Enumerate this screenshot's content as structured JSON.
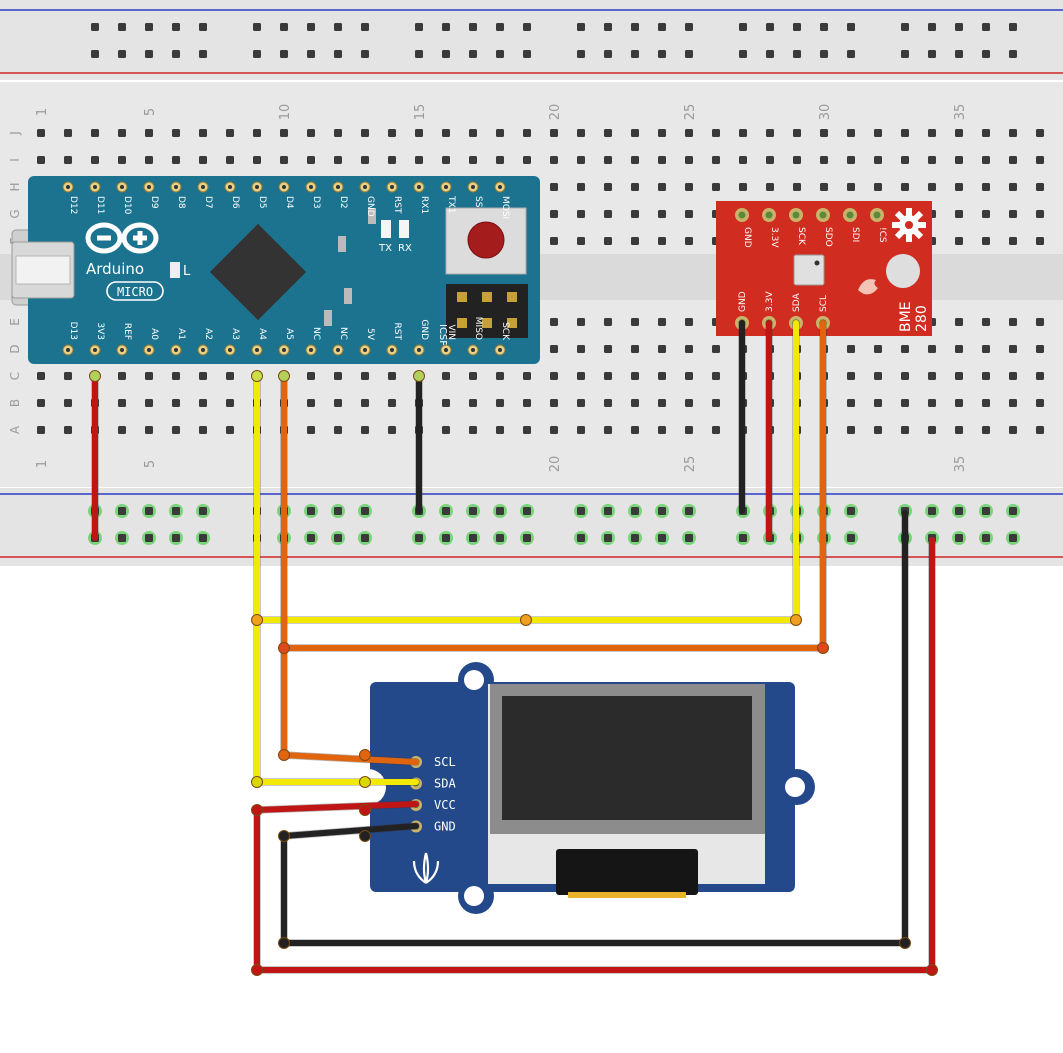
{
  "breadboard": {
    "column_numbers": [
      "1",
      "5",
      "10",
      "15",
      "20",
      "25",
      "30",
      "35"
    ],
    "row_letters_top": [
      "J",
      "I",
      "H",
      "G",
      "F"
    ],
    "row_letters_bottom": [
      "E",
      "D",
      "C",
      "B",
      "A"
    ],
    "colors": {
      "body": "#e8e8e8",
      "rail_blue": "#2a3cc7",
      "rail_red": "#d02525",
      "hole": "#3a3a3a",
      "active_hole": "#7ad47a"
    }
  },
  "arduino": {
    "brand": "Arduino",
    "model": "MICRO",
    "led_l": "L",
    "led_tx": "TX",
    "led_rx": "RX",
    "icsp": "ICSP",
    "top_pins": [
      "D12",
      "D11",
      "D10",
      "D9",
      "D8",
      "D7",
      "D6",
      "D5",
      "D4",
      "D3",
      "D2",
      "GND",
      "RST",
      "RX1",
      "TX1",
      "SS",
      "MOSI"
    ],
    "bottom_pins": [
      "D13",
      "3V3",
      "REF",
      "A0",
      "A1",
      "A2",
      "A3",
      "A4",
      "A5",
      "NC",
      "NC",
      "5V",
      "RST",
      "GND",
      "VIN",
      "MISO",
      "SCK"
    ],
    "colors": {
      "board": "#1b7390",
      "chip": "#333333"
    }
  },
  "bme280": {
    "name_line1": "BME",
    "name_line2": "280",
    "top_pins": [
      "GND",
      "3.3V",
      "SCK",
      "SDO",
      "SDI",
      "!CS"
    ],
    "bottom_pins": [
      "GND",
      "3.3V",
      "SDA",
      "SCL"
    ],
    "colors": {
      "board": "#d02c20"
    }
  },
  "oled": {
    "pins": [
      "SCL",
      "SDA",
      "VCC",
      "GND"
    ],
    "colors": {
      "board": "#24498a",
      "screen": "#2b2b2b",
      "frame": "#8c8c8c"
    }
  },
  "wires": {
    "colors": {
      "sda": "#f2ea06",
      "scl": "#e0650e",
      "vcc": "#c01515",
      "gnd": "#222222"
    }
  }
}
